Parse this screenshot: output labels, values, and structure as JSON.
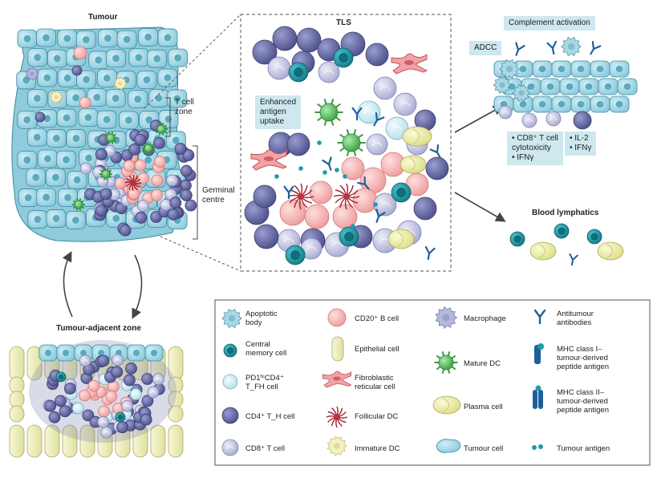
{
  "labels": {
    "tumour": "Tumour",
    "t_cell_zone": "T cell\nzone",
    "germinal_centre": "Germinal\ncentre",
    "tumour_adjacent_zone": "Tumour-adjacent zone",
    "tls": "TLS",
    "enhanced_antigen_uptake": "Enhanced\nantigen\nuptake",
    "complement_activation": "Complement activation",
    "adcc": "ADCC",
    "cd8_cytotoxicity": "• CD8⁺ T cell\n  cytotoxicity\n• IFNγ",
    "il2_ifng": "• IL-2\n• IFNγ",
    "blood_lymphatics": "Blood lymphatics"
  },
  "legend": [
    {
      "icon": "apoptotic-body",
      "label": "Apoptotic\nbody"
    },
    {
      "icon": "cd20-b-cell",
      "label": "CD20⁺ B cell"
    },
    {
      "icon": "macrophage",
      "label": "Macrophage"
    },
    {
      "icon": "antitumour-antibody",
      "label": "Antitumour\nantibodies"
    },
    {
      "icon": "central-memory-cell",
      "label": "Central\nmemory cell"
    },
    {
      "icon": "epithelial-cell",
      "label": "Epithelial cell"
    },
    {
      "icon": "mature-dc",
      "label": "Mature DC"
    },
    {
      "icon": "mhc-class-i",
      "label": "MHC class I–\ntumour-derived\npeptide antigen"
    },
    {
      "icon": "pd1-cd4-tfh-cell",
      "label": "PD1ʰⁱCD4⁺\nT_FH cell"
    },
    {
      "icon": "fibroblastic-reticular-cell",
      "label": "Fibroblastic\nreticular cell"
    },
    {
      "icon": "plasma-cell",
      "label": "Plasma cell"
    },
    {
      "icon": "mhc-class-ii",
      "label": "MHC class II–\ntumour-derived\npeptide antigen"
    },
    {
      "icon": "cd4-th-cell",
      "label": "CD4⁺ T_H cell"
    },
    {
      "icon": "follicular-dc",
      "label": "Follicular DC"
    },
    {
      "icon": "tumour-cell",
      "label": "Tumour cell"
    },
    {
      "icon": "tumour-antigen",
      "label": "Tumour antigen"
    },
    {
      "icon": "cd8-t-cell",
      "label": "CD8⁺ T cell"
    },
    {
      "icon": "immature-dc",
      "label": "Immature DC"
    }
  ],
  "colors": {
    "tumour_cell": "#a9d8e4",
    "cd4_th": "#6b6fa6",
    "cd8": "#c7c8e4",
    "b_cell": "#f6b6b6",
    "central_memory": "#1f9aaa",
    "epithelial": "#eeeeb8",
    "plasma": "#eaea9c",
    "mature_dc": "#64c76a",
    "fibroblast": "#f08a8e",
    "antibody": "#1d5f98",
    "label_box": "#cde8ef"
  }
}
